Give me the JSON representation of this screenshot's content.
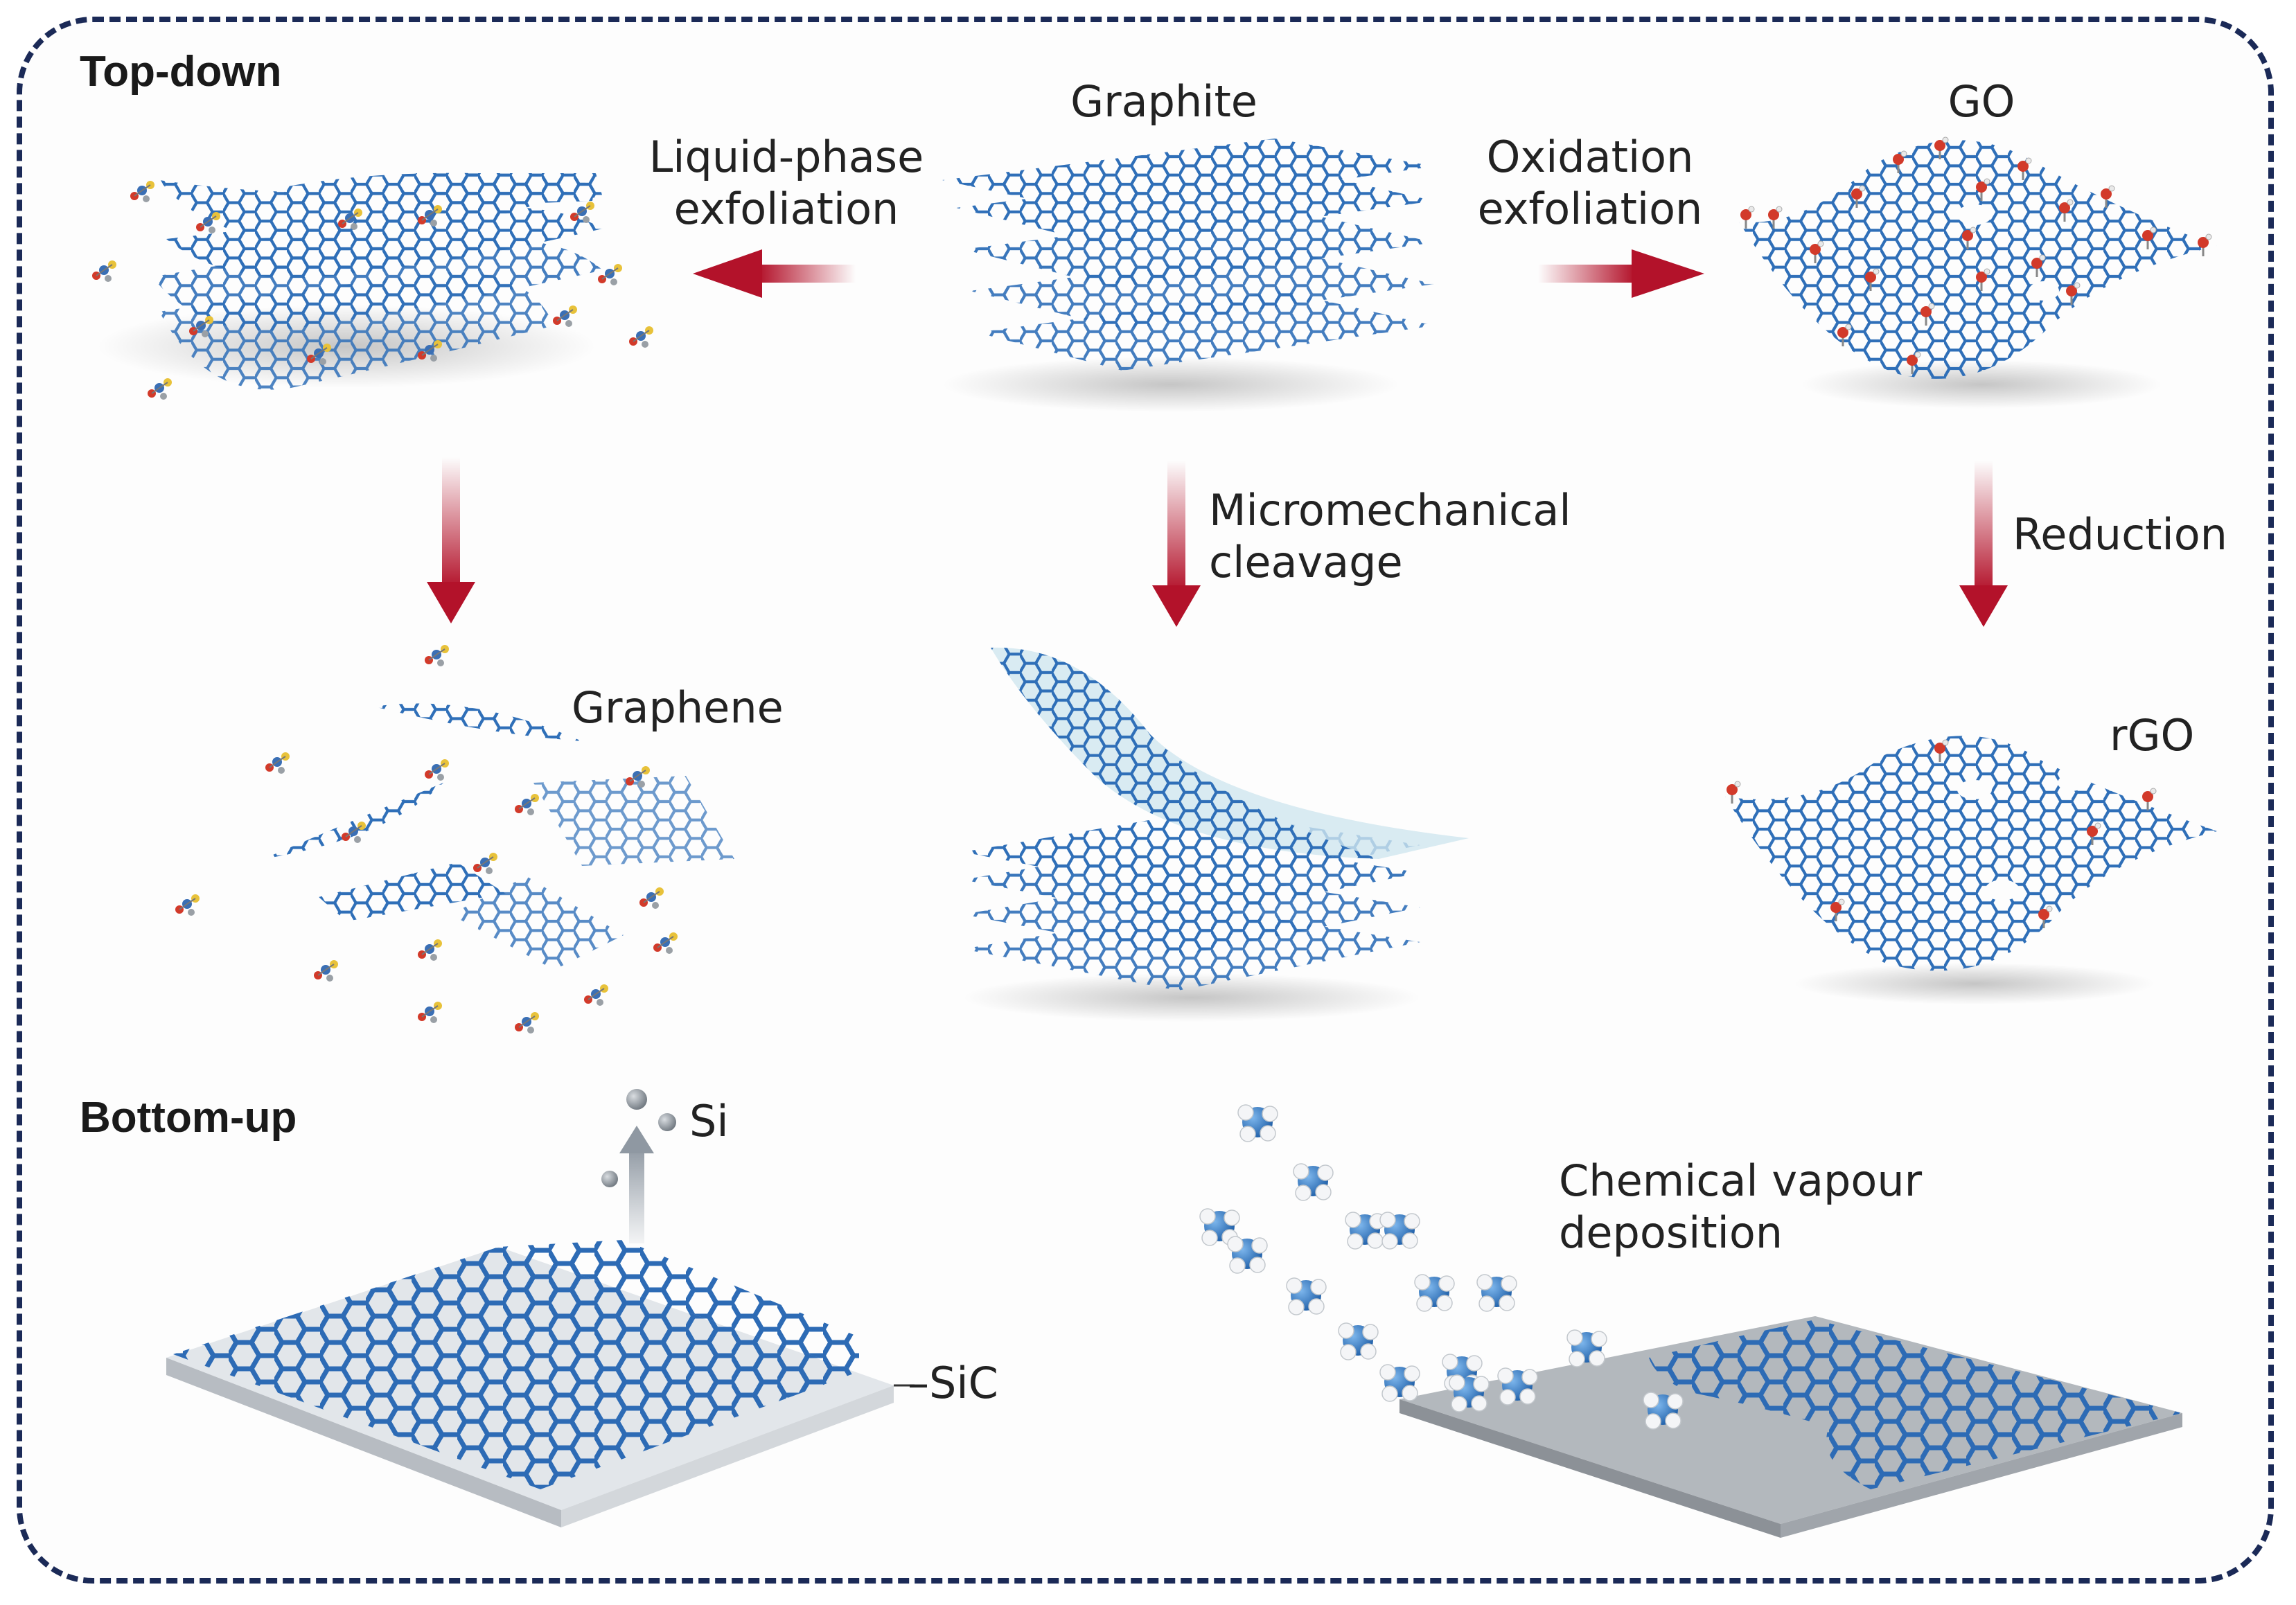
{
  "sections": {
    "top_down": "Top-down",
    "bottom_up": "Bottom-up"
  },
  "labels": {
    "graphite": "Graphite",
    "go": "GO",
    "lpe_line1": "Liquid-phase",
    "lpe_line2": "exfoliation",
    "ox_line1": "Oxidation",
    "ox_line2": "exfoliation",
    "mm_line1": "Micromechanical",
    "mm_line2": "cleavage",
    "reduction": "Reduction",
    "graphene": "Graphene",
    "rgo": "rGO",
    "si": "Si",
    "sic": "–SiC",
    "cvd_line1": "Chemical vapour",
    "cvd_line2": "deposition"
  },
  "colors": {
    "frame": "#1b2a57",
    "sheet": "#2f6fb8",
    "arrow": "#b3122a",
    "oxygen": "#d23a2a",
    "substrate": "#c8ccd2"
  }
}
